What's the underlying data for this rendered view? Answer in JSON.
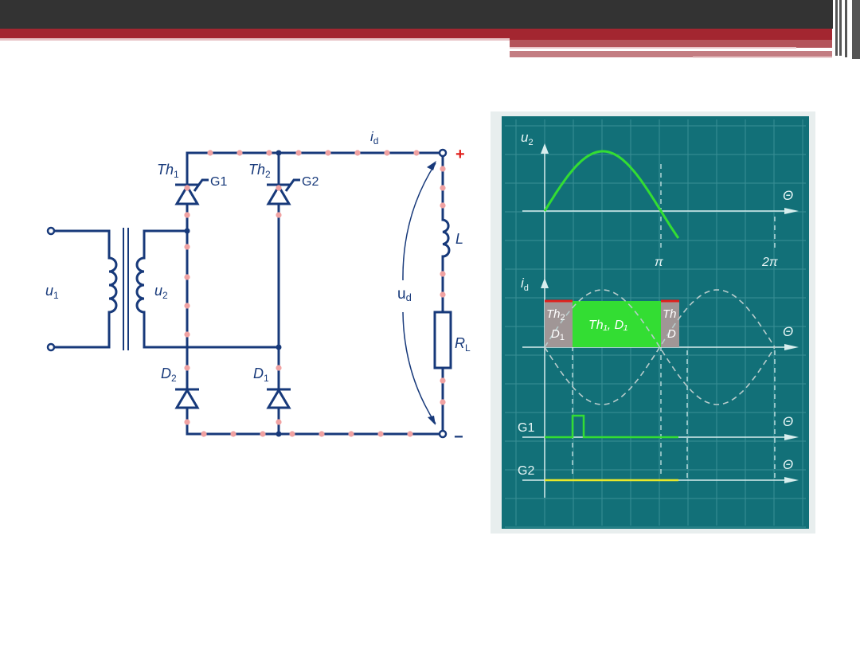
{
  "colors": {
    "top_bar": "#333333",
    "accent_stripe": "#a32630",
    "wire": "#17397a",
    "wire_dot": "#f0a2a2",
    "scope_bg": "#127078",
    "scope_grid": "#3a8f96",
    "trace_green": "#33dd33",
    "trace_yellow": "#e8e82a",
    "shade_gray": "#a09696",
    "polarity_red": "#e0201c"
  },
  "circuit": {
    "label_id_main": "i",
    "label_id_sub": "d",
    "label_plus": "+",
    "label_minus": "−",
    "label_th1_main": "Th",
    "label_th1_sub": "1",
    "label_th2_main": "Th",
    "label_th2_sub": "2",
    "label_g1": "G1",
    "label_g2": "G2",
    "label_d1_main": "D",
    "label_d1_sub": "1",
    "label_d2_main": "D",
    "label_d2_sub": "2",
    "label_u1_main": "u",
    "label_u1_sub": "1",
    "label_u2_main": "u",
    "label_u2_sub": "2",
    "label_ud_main": "u",
    "label_ud_sub": "d",
    "label_L": "L",
    "label_RL_main": "R",
    "label_RL_sub": "L"
  },
  "scope": {
    "u2_label_main": "u",
    "u2_label_sub": "2",
    "id_label_main": "i",
    "id_label_sub": "d",
    "theta": "Θ",
    "pi": "π",
    "two_pi": "2π",
    "g1_label": "G1",
    "g2_label": "G2",
    "block_left_line1_main": "Th",
    "block_left_line1_sub": "2",
    "block_left_line2_main": "D",
    "block_left_line2_sub": "1",
    "block_center": "Th₁, D₁",
    "block_right_line1": "Th",
    "block_right_line2": "D"
  }
}
